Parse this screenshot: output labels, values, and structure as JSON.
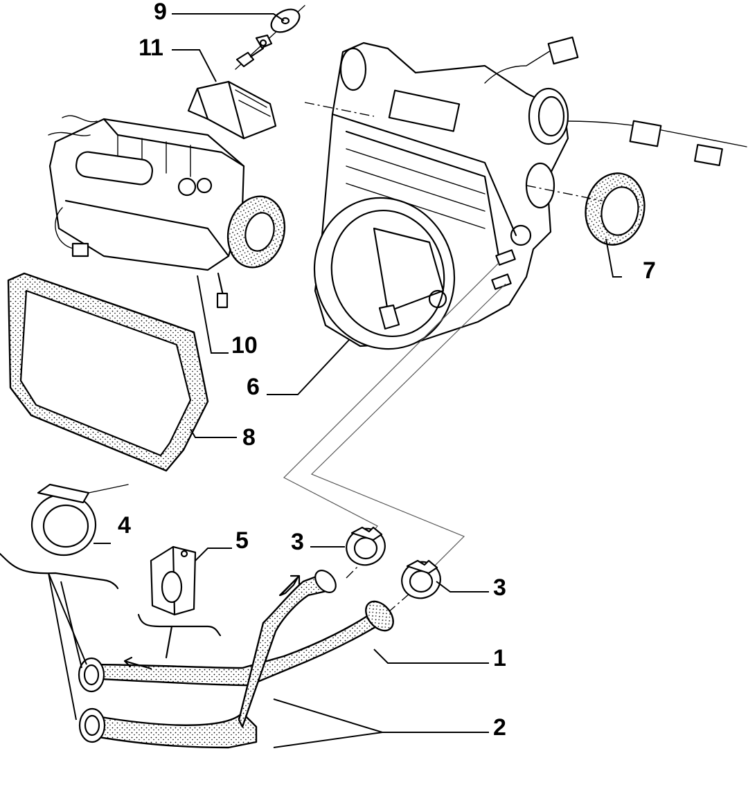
{
  "callouts": {
    "c1": "1",
    "c2": "2",
    "c3a": "3",
    "c3b": "3",
    "c4": "4",
    "c5": "5",
    "c6": "6",
    "c7": "7",
    "c8": "8",
    "c9": "9",
    "c10": "10",
    "c11": "11"
  },
  "colors": {
    "ink": "#000000",
    "paper": "#ffffff"
  },
  "icons": {
    "flow_arrow_up": "arrow-icon",
    "flow_arrow_left": "arrow-icon"
  }
}
